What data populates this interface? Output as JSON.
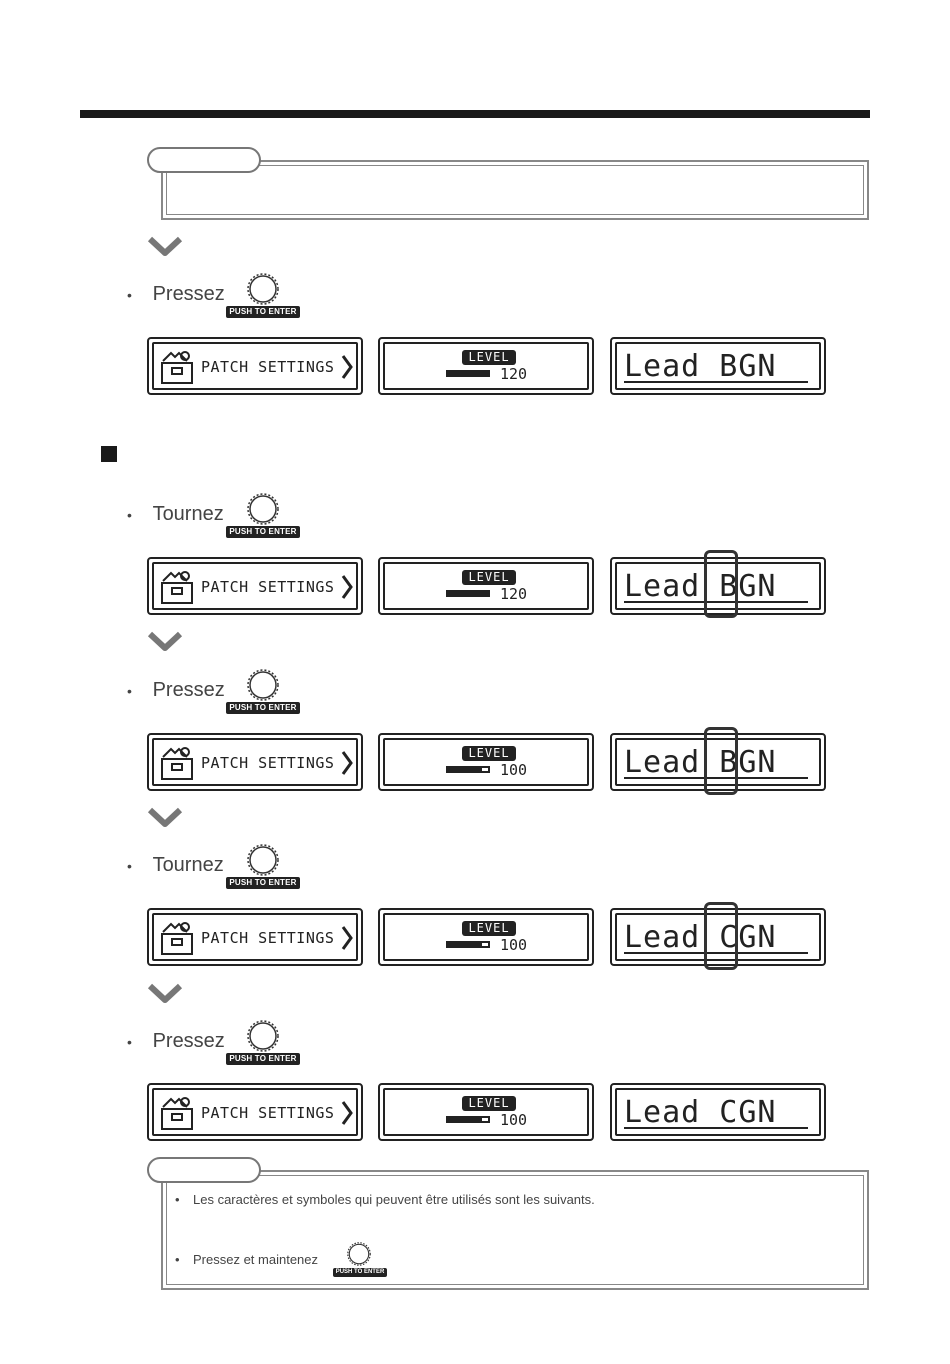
{
  "steps": [
    {
      "verb": "Pressez"
    },
    {
      "verb": "Tournez"
    },
    {
      "verb": "Pressez"
    },
    {
      "verb": "Tournez"
    },
    {
      "verb": "Pressez"
    }
  ],
  "knob_label": "PUSH TO ENTER",
  "bullet": "•",
  "lcd": {
    "patch_settings": "PATCH SETTINGS",
    "level_label": "LEVEL",
    "level_high": "120",
    "level_low": "100",
    "level_high_fill": 1.0,
    "level_low_fill": 0.77,
    "name_initial": "Lead BGN",
    "name_final": "Lead CGN"
  },
  "hints": {
    "characters": "Les caractères et symboles qui peuvent être utilisés sont les suivants.",
    "hold": "Pressez et maintenez"
  }
}
